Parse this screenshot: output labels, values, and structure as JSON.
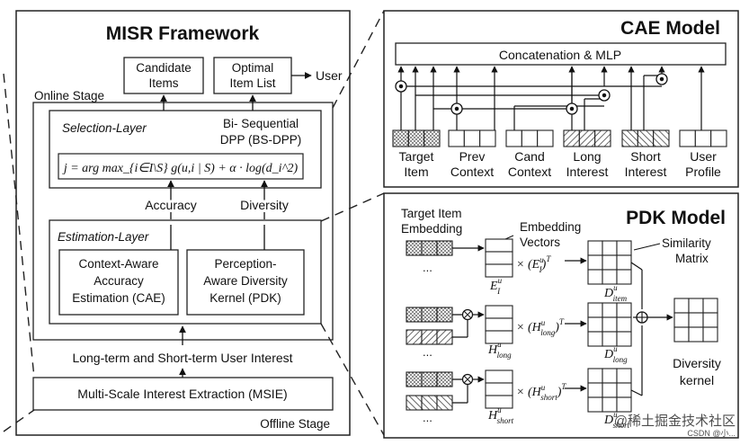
{
  "misr": {
    "title": "MISR Framework",
    "candidate": [
      "Candidate",
      "Items"
    ],
    "optimal": [
      "Optimal",
      "Item List"
    ],
    "user": "User",
    "online_stage": "Online Stage",
    "selection_layer": "Selection-Layer",
    "bsdpp": [
      "Bi- Sequential",
      "DPP (BS-DPP)"
    ],
    "formula": "j = arg max_{i∈I\\S} g(u,i | S) + α · log(d_i^2)",
    "accuracy": "Accuracy",
    "diversity": "Diversity",
    "estimation_layer": "Estimation-Layer",
    "cae_box": [
      "Context-Aware",
      "Accuracy",
      "Estimation (CAE)"
    ],
    "pdk_box": [
      "Perception-",
      "Aware Diversity",
      "Kernel (PDK)"
    ],
    "interest": "Long-term and Short-term User Interest",
    "msie": "Multi-Scale Interest Extraction (MSIE)",
    "offline_stage": "Offline Stage"
  },
  "cae": {
    "title": "CAE Model",
    "mlp": "Concatenation & MLP",
    "inputs": [
      {
        "lines": [
          "Target",
          "Item"
        ],
        "fill": "dots"
      },
      {
        "lines": [
          "Prev",
          "Context"
        ],
        "fill": "white"
      },
      {
        "lines": [
          "Cand",
          "Context"
        ],
        "fill": "white"
      },
      {
        "lines": [
          "Long",
          "Interest"
        ],
        "fill": "hatch"
      },
      {
        "lines": [
          "Short",
          "Interest"
        ],
        "fill": "hatch2"
      },
      {
        "lines": [
          "User",
          "Profile"
        ],
        "fill": "white"
      }
    ]
  },
  "pdk": {
    "title": "PDK Model",
    "target_label": [
      "Target Item",
      "Embedding"
    ],
    "emb_label": [
      "Embedding",
      "Vectors"
    ],
    "sim_label": [
      "Similarity",
      "Matrix"
    ],
    "ellipsis": "...",
    "times_item": "× (E",
    "times_long": "× (H",
    "times_short": "× (H",
    "E_item": "E",
    "H_long": "H",
    "H_short": "H",
    "D": "D",
    "sub_item": "item",
    "sub_long": "long",
    "sub_short": "short",
    "sub_I": "I",
    "sup_u": "u",
    "sup_T": "T",
    "div_kernel": [
      "Diversity",
      "kernel"
    ]
  },
  "watermark": "@稀土掘金技术社区",
  "watermark2": "CSDN @小..."
}
